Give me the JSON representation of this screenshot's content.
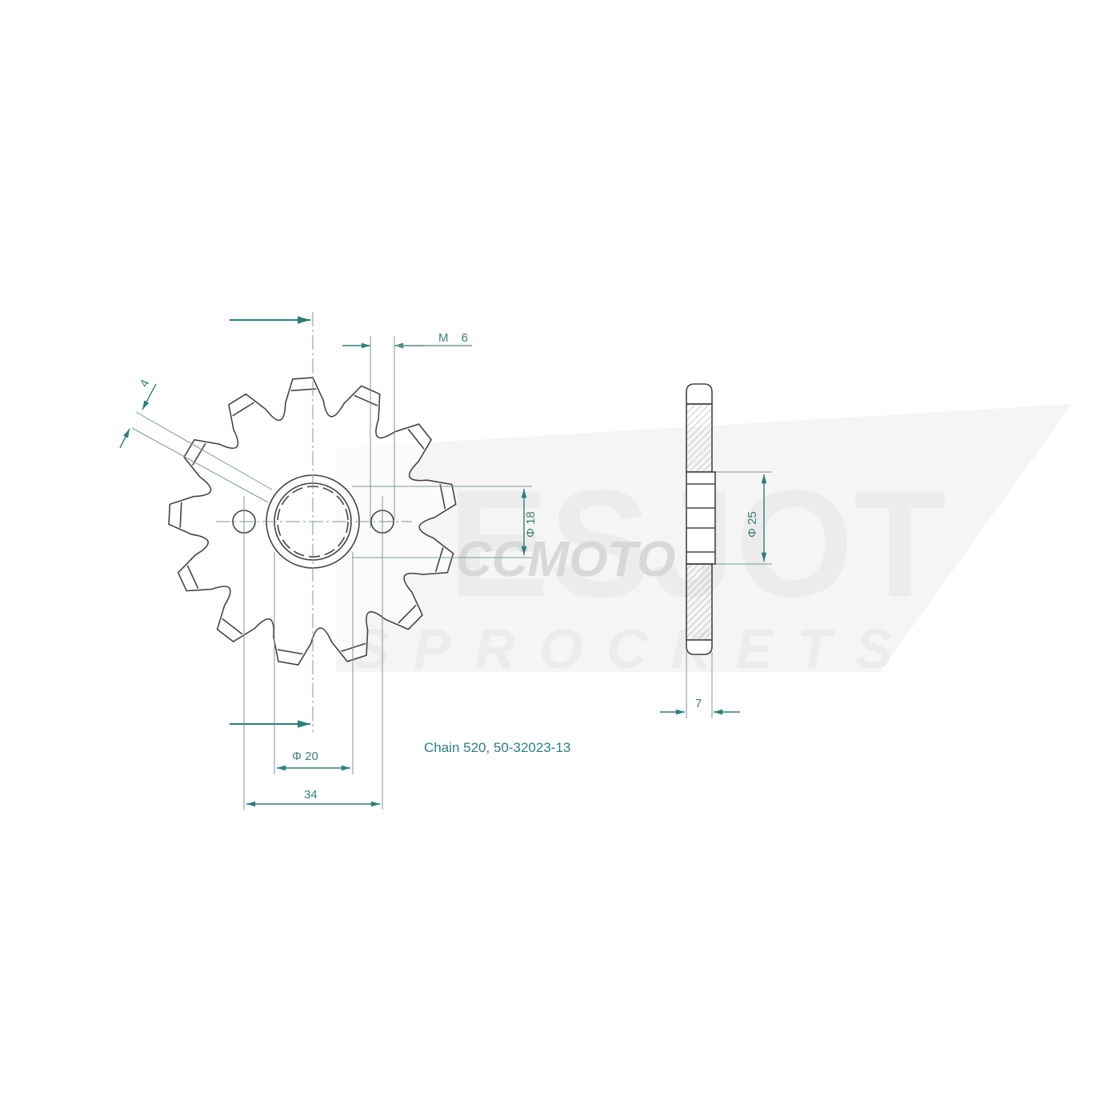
{
  "watermark": {
    "brand": "ESJOT",
    "tagline": "SPROCKETS",
    "reseller": "CCMOTO"
  },
  "drawing": {
    "caption": "Chain 520, 50-32023-13",
    "teeth": 13,
    "dimensions": {
      "thread": "M 6",
      "tooth_width": "4",
      "bore": "Φ 18",
      "hub_diameter": "Φ 25",
      "bore_circle": "Φ 20",
      "bolt_spacing": "34",
      "thickness": "7"
    },
    "colors": {
      "line": "#444444",
      "dimension": "#2d7f7a",
      "watermark": "#ececec"
    }
  }
}
